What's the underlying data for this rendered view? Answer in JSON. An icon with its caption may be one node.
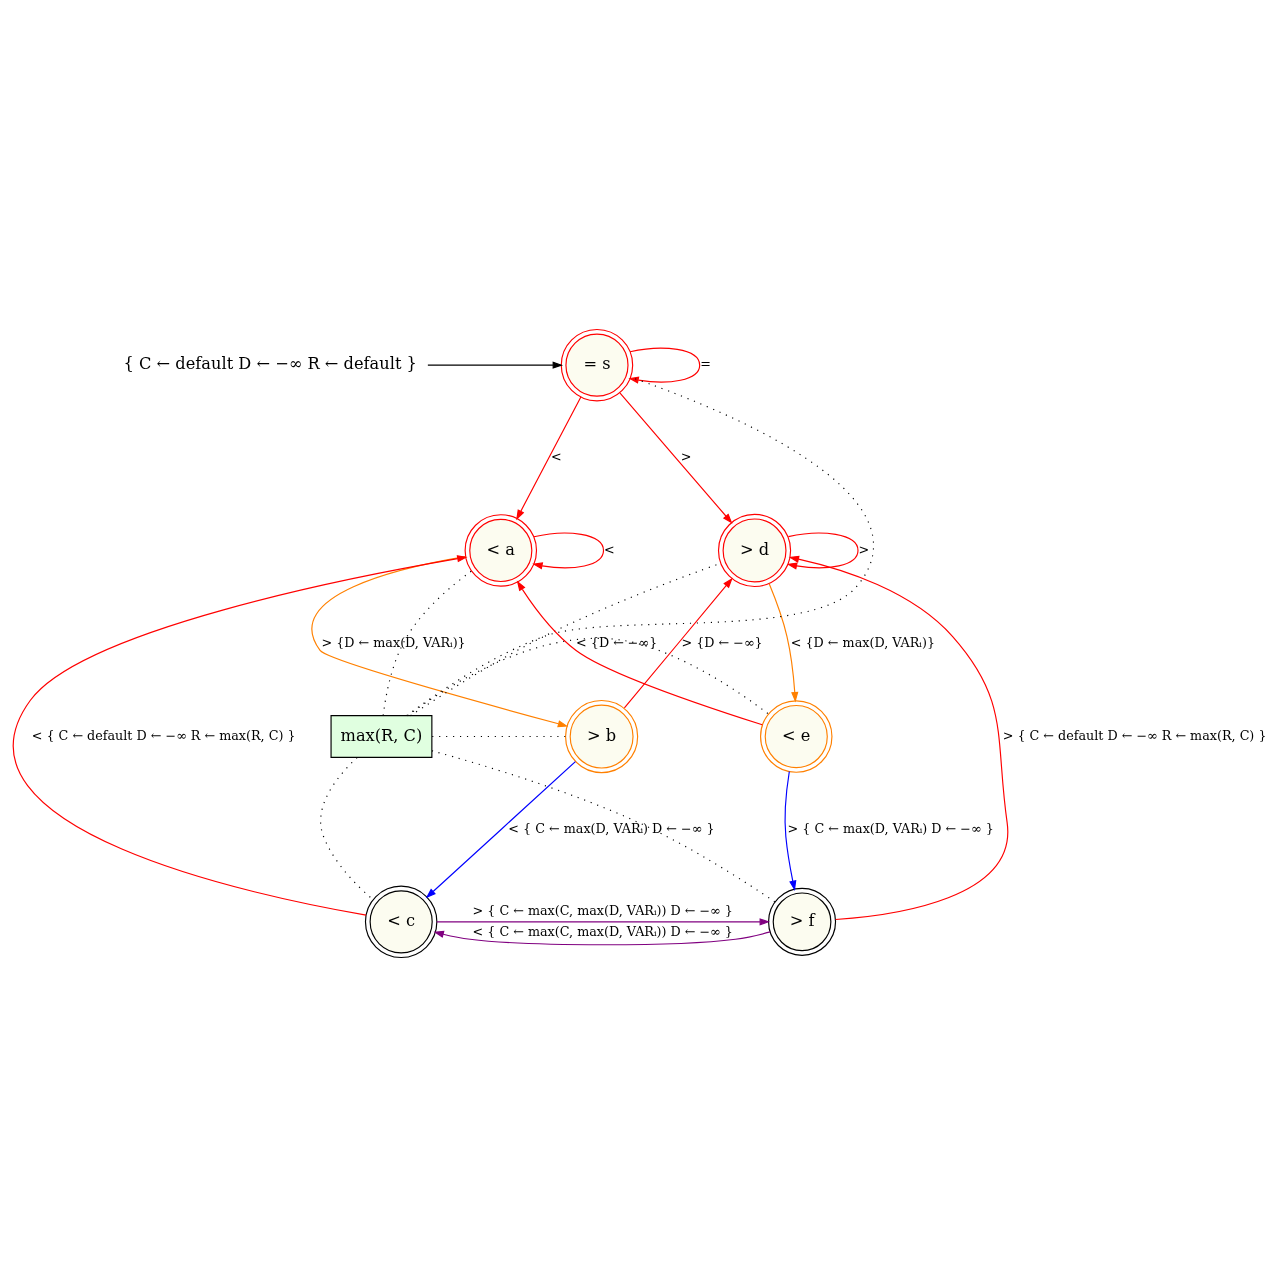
{
  "diagram": {
    "nodes": [
      {
        "text": [
          "{ C ← default D ← −∞ R ← default }"
        ]
      },
      {
        "text": [
          "= s"
        ]
      },
      {
        "text": [
          "< a"
        ]
      },
      {
        "text": [
          "> d"
        ]
      },
      {
        "text": [
          "> b"
        ]
      },
      {
        "text": [
          "max(R, C)"
        ]
      },
      {
        "text": [
          "< e"
        ]
      },
      {
        "text": [
          "< c"
        ]
      },
      {
        "text": [
          "> f"
        ]
      }
    ],
    "edges": [
      {
        "from": 0,
        "to": 1,
        "arrow": "to",
        "color": "#000000"
      },
      {
        "from": 1,
        "to": 1,
        "arrow": "to",
        "label": "="
      },
      {
        "from": 1,
        "to": 2,
        "arrow": "to",
        "label": "<"
      },
      {
        "from": 1,
        "to": 3,
        "arrow": "to",
        "label": ">"
      },
      {
        "from": 2,
        "to": 2,
        "arrow": "to",
        "label": "<"
      },
      {
        "from": 3,
        "to": 3,
        "arrow": "to",
        "label": ">"
      },
      {
        "from": 2,
        "to": 4,
        "arrow": "to",
        "label": "> {D ← max(D, VARᵢ)}",
        "color": "#ff8000"
      },
      {
        "from": 4,
        "to": 3,
        "arrow": "to",
        "label": "> {D ← −∞}"
      },
      {
        "from": 6,
        "to": 2,
        "arrow": "to",
        "label": "< {D ← −∞}"
      },
      {
        "from": 3,
        "to": 6,
        "arrow": "to",
        "label": "< {D ← max(D, VARᵢ)}",
        "color": "#ff8000"
      },
      {
        "from": 4,
        "to": 7,
        "arrow": "to",
        "label": "< { C ← max(D, VARᵢ) D ← −∞ }",
        "color": "#0000ff"
      },
      {
        "from": 6,
        "to": 8,
        "arrow": "to",
        "label": "> { C ← max(D, VARᵢ) D ← −∞ }",
        "color": "#0000ff"
      },
      {
        "from": 7,
        "to": 2,
        "arrow": "to",
        "label": "< { C ← default D ← −∞ R ← max(R, C) }"
      },
      {
        "from": 8,
        "to": 3,
        "arrow": "to",
        "label": "> { C ← default D ← −∞ R ← max(R, C) }"
      },
      {
        "from": 7,
        "to": 8,
        "arrow": "to",
        "label": "> { C ← max(C, max(D, VARᵢ)) D ← −∞ }",
        "color": "#800080"
      },
      {
        "from": 8,
        "to": 7,
        "arrow": "to",
        "label": "< { C ← max(C, max(D, VARᵢ)) D ← −∞ }",
        "color": "#800080"
      },
      {
        "from": 5,
        "to": 1,
        "arrow": "none",
        "style": "dashed",
        "color": "#000000"
      },
      {
        "from": 5,
        "to": 2,
        "arrow": "none",
        "style": "dashed",
        "color": "#000000"
      },
      {
        "from": 5,
        "to": 3,
        "arrow": "none",
        "style": "dashed",
        "color": "#000000"
      },
      {
        "from": 5,
        "to": 4,
        "arrow": "none",
        "style": "dashed",
        "color": "#000000"
      },
      {
        "from": 5,
        "to": 6,
        "arrow": "none",
        "style": "dashed",
        "color": "#000000"
      },
      {
        "from": 5,
        "to": 7,
        "arrow": "none",
        "style": "dashed",
        "color": "#000000"
      },
      {
        "from": 5,
        "to": 8,
        "arrow": "none",
        "style": "dashed",
        "color": "#000000"
      }
    ]
  }
}
